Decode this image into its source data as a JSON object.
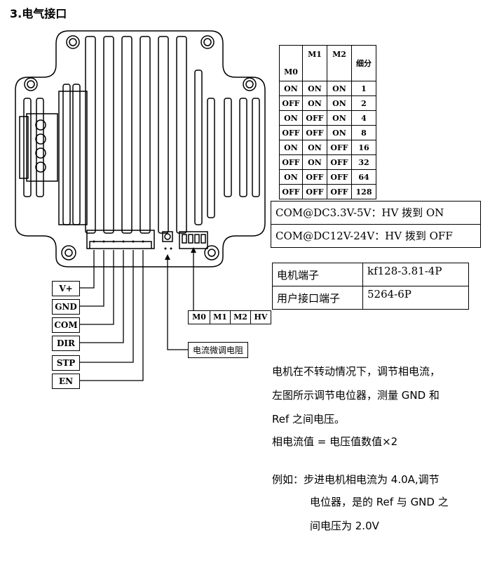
{
  "title": "3.电气接口",
  "dip_table": {
    "headers": [
      "M0",
      "M1",
      "M2",
      "细分"
    ],
    "rows": [
      [
        "ON",
        "ON",
        "ON",
        "1"
      ],
      [
        "OFF",
        "ON",
        "ON",
        "2"
      ],
      [
        "ON",
        "OFF",
        "ON",
        "4"
      ],
      [
        "OFF",
        "OFF",
        "ON",
        "8"
      ],
      [
        "ON",
        "ON",
        "OFF",
        "16"
      ],
      [
        "OFF",
        "ON",
        "OFF",
        "32"
      ],
      [
        "ON",
        "OFF",
        "OFF",
        "64"
      ],
      [
        "OFF",
        "OFF",
        "OFF",
        "128"
      ]
    ]
  },
  "hv_notes": [
    "COM@DC3.3V-5V：HV 拨到 ON",
    "COM@DC12V-24V：HV 拨到 OFF"
  ],
  "port_table": [
    {
      "label": "电机端子",
      "value": "kf128-3.81-4P"
    },
    {
      "label": "用户接口端子",
      "value": "5264-6P"
    }
  ],
  "pin_labels": [
    "V+",
    "GND",
    "COM",
    "DIR",
    "STP",
    "EN"
  ],
  "dip_labels": [
    "M0",
    "M1",
    "M2",
    "HV"
  ],
  "pot_label": "电流微调电阻",
  "description": {
    "line1": "电机在不转动情况下，调节相电流，",
    "line2": "左图所示调节电位器，测量 GND 和",
    "line3": "Ref 之间电压。",
    "formula": "相电流值 = 电压值数值×2",
    "example1": "例如：步进电机相电流为 4.0A,调节",
    "example2": "电位器，是的 Ref 与 GND 之",
    "example3": "间电压为 2.0V"
  }
}
